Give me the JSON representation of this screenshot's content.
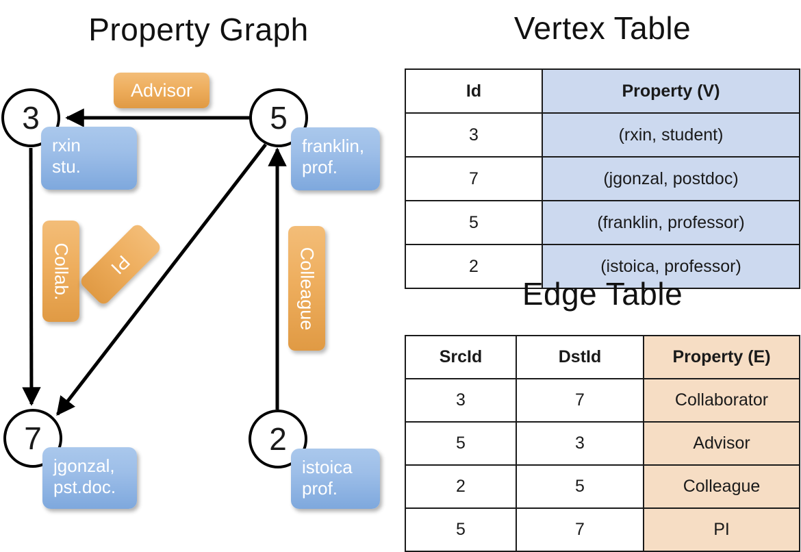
{
  "titles": {
    "property_graph": "Property Graph",
    "vertex_table": "Vertex Table",
    "edge_table": "Edge Table"
  },
  "graph": {
    "nodes": [
      {
        "id": "3",
        "name": "node-3",
        "property_lines": [
          "rxin",
          "stu."
        ]
      },
      {
        "id": "5",
        "name": "node-5",
        "property_lines": [
          "franklin,",
          "prof."
        ]
      },
      {
        "id": "7",
        "name": "node-7",
        "property_lines": [
          "jgonzal,",
          "pst.doc."
        ]
      },
      {
        "id": "2",
        "name": "node-2",
        "property_lines": [
          "istoica",
          "prof."
        ]
      }
    ],
    "node_labels": {
      "n3": "3",
      "n5": "5",
      "n7": "7",
      "n2": "2"
    },
    "property_boxes": {
      "rxin_line1": "rxin",
      "rxin_line2": "stu.",
      "franklin_line1": "franklin,",
      "franklin_line2": "prof.",
      "jgonzal_line1": "jgonzal,",
      "jgonzal_line2": "pst.doc.",
      "istoica_line1": "istoica",
      "istoica_line2": "prof."
    },
    "edge_labels": {
      "advisor": "Advisor",
      "collab": "Collab.",
      "pi": "PI",
      "colleague": "Colleague"
    },
    "edges": [
      {
        "from": "5",
        "to": "3",
        "label": "Advisor"
      },
      {
        "from": "3",
        "to": "7",
        "label": "Collab."
      },
      {
        "from": "5",
        "to": "7",
        "label": "PI"
      },
      {
        "from": "2",
        "to": "5",
        "label": "Colleague"
      }
    ]
  },
  "vertex_table": {
    "headers": [
      "Id",
      "Property (V)"
    ],
    "header_id": "Id",
    "header_prop": "Property (V)",
    "rows": [
      {
        "id": "3",
        "prop": "(rxin, student)"
      },
      {
        "id": "7",
        "prop": "(jgonzal, postdoc)"
      },
      {
        "id": "5",
        "prop": "(franklin, professor)"
      },
      {
        "id": "2",
        "prop": "(istoica, professor)"
      }
    ]
  },
  "edge_table": {
    "headers": [
      "SrcId",
      "DstId",
      "Property (E)"
    ],
    "header_src": "SrcId",
    "header_dst": "DstId",
    "header_prop": "Property (E)",
    "rows": [
      {
        "src": "3",
        "dst": "7",
        "prop": "Collaborator"
      },
      {
        "src": "5",
        "dst": "3",
        "prop": "Advisor"
      },
      {
        "src": "2",
        "dst": "5",
        "prop": "Colleague"
      },
      {
        "src": "5",
        "dst": "7",
        "prop": "PI"
      }
    ]
  },
  "colors": {
    "vertex_fill": "#ccd9ef",
    "edge_fill": "#f6ddc4",
    "node_box_blue": "#9dbee8",
    "edge_label_orange": "#eeae5e",
    "stroke": "#1a1a1a",
    "background": "#ffffff"
  }
}
